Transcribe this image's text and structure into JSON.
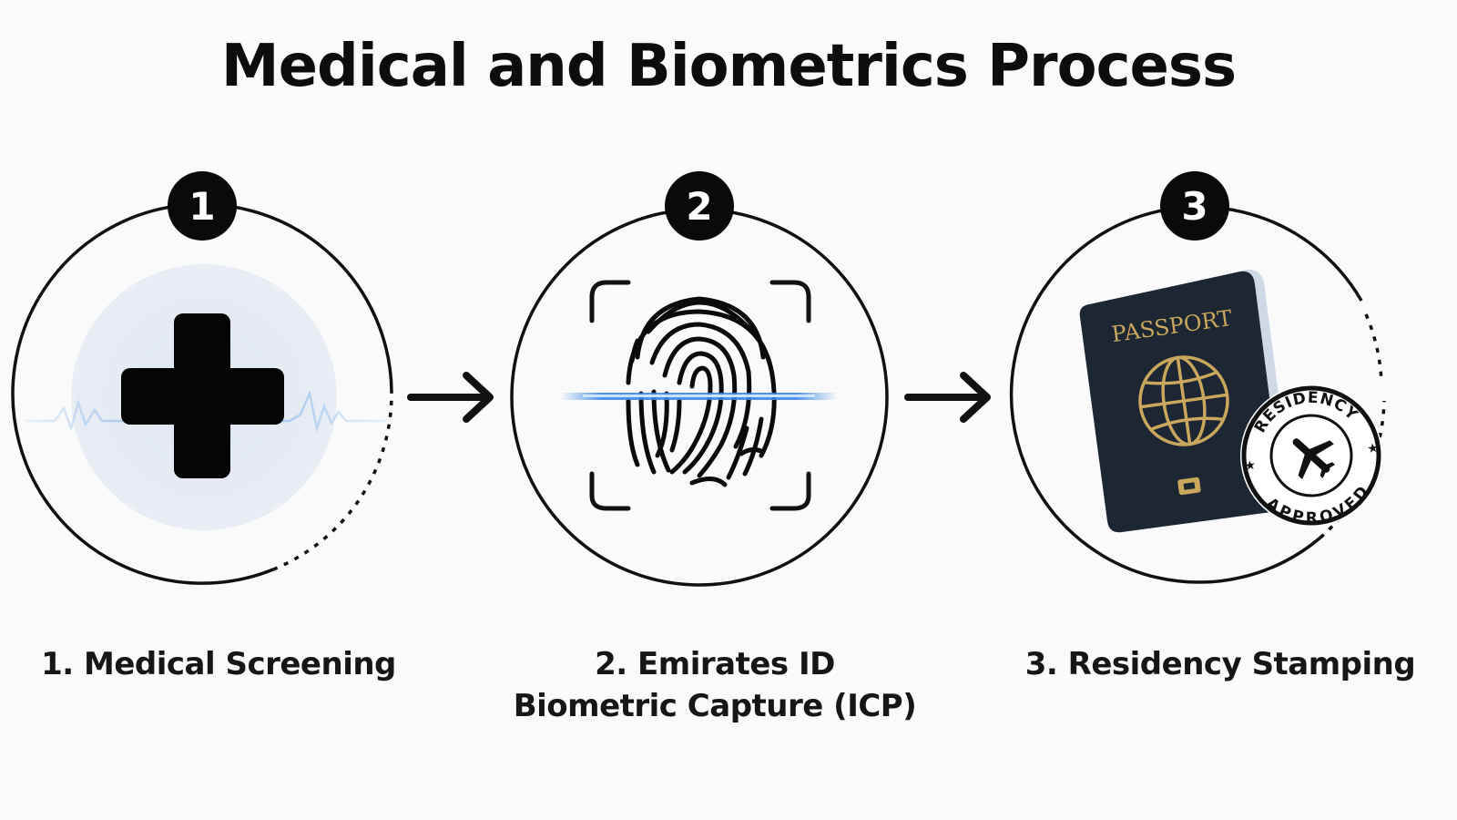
{
  "title": "Medical and Biometrics Process",
  "steps": [
    {
      "number": "1",
      "label": "1. Medical Screening",
      "icon": "medical-cross-icon"
    },
    {
      "number": "2",
      "label_line1": "2. Emirates ID",
      "label_line2": "Biometric Capture (ICP)",
      "icon": "fingerprint-icon"
    },
    {
      "number": "3",
      "label": "3. Residency Stamping",
      "icon": "passport-icon",
      "passport_text": "PASSPORT",
      "stamp_top": "RESIDENCY",
      "stamp_bottom": "APPROVED"
    }
  ],
  "colors": {
    "line": "#111111",
    "scan_blue": "#2f7fe6",
    "passport_cover": "#1d2633",
    "passport_gold": "#c9a75c",
    "halo": "#e4e9f2"
  }
}
